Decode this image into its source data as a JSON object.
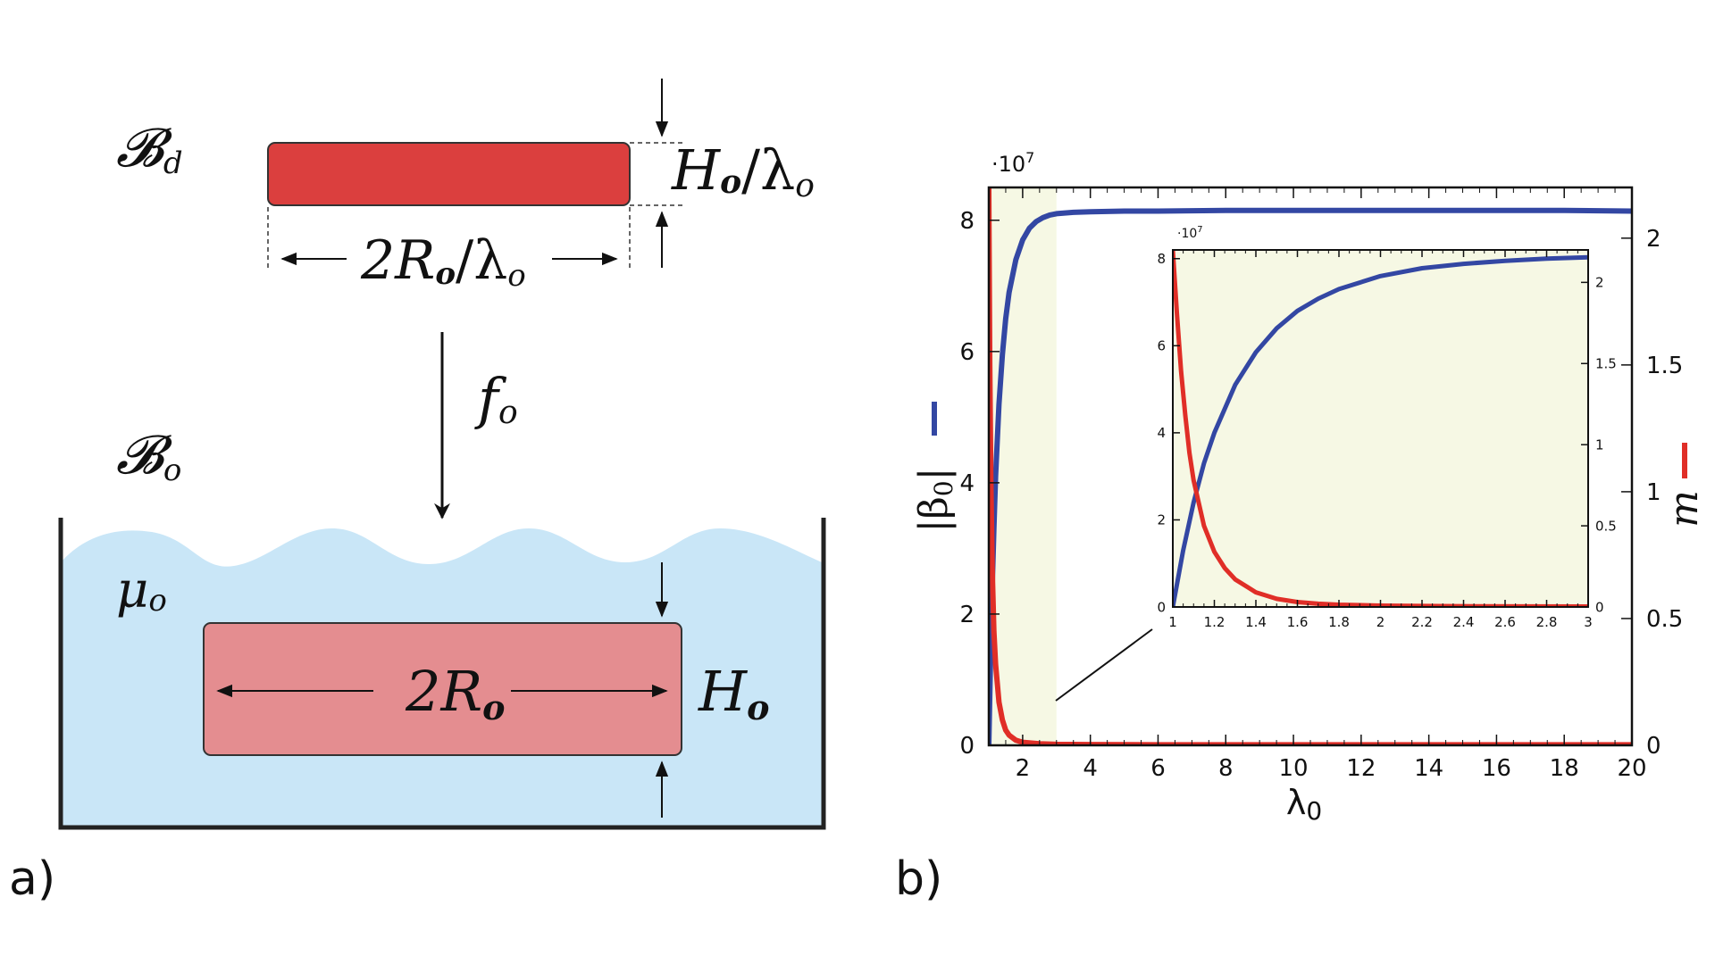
{
  "panel_a": {
    "label": "a)",
    "body_deformed_symbol": "𝓑",
    "body_deformed_sub": "d",
    "body_reference_symbol": "𝓑",
    "body_reference_sub": "o",
    "thickness_top_H": "H",
    "thickness_top_sub": "o",
    "thickness_top_rest": "/λ",
    "thickness_top_rest_sub": "o",
    "width_top_num": "2R",
    "width_top_sub": "o",
    "width_top_rest": "/λ",
    "width_top_rest_sub": "o",
    "force_symbol": "f",
    "force_sub": "o",
    "chemical_potential": "μ",
    "chemical_potential_sub": "o",
    "width_bottom": "2R",
    "width_bottom_sub": "o",
    "thickness_bottom": "H",
    "thickness_bottom_sub": "o",
    "colors": {
      "deformed_body": "#db3f3e",
      "reference_body": "#e48d90",
      "fluid": "#c9e6f7",
      "container": "#222222"
    }
  },
  "panel_b": {
    "label": "b)",
    "colors": {
      "beta": "#3347a3",
      "m": "#e02e27",
      "shade": "#f6f8e4"
    },
    "chart_data": [
      {
        "type": "line",
        "name": "main",
        "x_label": "λ",
        "x_label_sub": "0",
        "y_left_label": "|β",
        "y_left_label_sub": "0",
        "y_left_label_end": "|",
        "y_right_label": "m",
        "y_left_multiplier": "·10",
        "y_left_multiplier_exp": "7",
        "xlim": [
          1,
          20
        ],
        "ylim_left": [
          0,
          8.5
        ],
        "ylim_right": [
          0,
          2.2
        ],
        "x_ticks": [
          "2",
          "4",
          "6",
          "8",
          "10",
          "12",
          "14",
          "16",
          "18",
          "20"
        ],
        "y_left_ticks": [
          "0",
          "2",
          "4",
          "6",
          "8"
        ],
        "y_right_ticks": [
          "0",
          "0.5",
          "1",
          "1.5",
          "2"
        ],
        "shaded_region_x": [
          1,
          3
        ],
        "series": [
          {
            "axis": "left",
            "color": "#3347a3",
            "x": [
              1.0,
              1.05,
              1.1,
              1.15,
              1.2,
              1.3,
              1.4,
              1.5,
              1.6,
              1.8,
              2.0,
              2.2,
              2.4,
              2.6,
              2.8,
              3.0,
              3.5,
              4,
              5,
              6,
              8,
              10,
              12,
              14,
              16,
              18,
              20
            ],
            "y": [
              0.0,
              1.3,
              2.4,
              3.3,
              4.1,
              5.2,
              5.95,
              6.5,
              6.9,
              7.4,
              7.7,
              7.88,
              7.98,
              8.04,
              8.08,
              8.1,
              8.12,
              8.13,
              8.14,
              8.14,
              8.15,
              8.15,
              8.15,
              8.15,
              8.15,
              8.15,
              8.14
            ]
          },
          {
            "axis": "right",
            "color": "#e02e27",
            "x": [
              1.0,
              1.03,
              1.06,
              1.1,
              1.15,
              1.2,
              1.3,
              1.4,
              1.5,
              1.6,
              1.8,
              2.0,
              2.5,
              3.0,
              4,
              6,
              10,
              15,
              20
            ],
            "y": [
              2.2,
              1.5,
              1.05,
              0.7,
              0.45,
              0.32,
              0.17,
              0.1,
              0.06,
              0.04,
              0.02,
              0.012,
              0.006,
              0.004,
              0.003,
              0.002,
              0.002,
              0.002,
              0.002
            ]
          }
        ]
      },
      {
        "type": "line",
        "name": "inset",
        "y_left_multiplier": "·10",
        "y_left_multiplier_exp": "7",
        "xlim": [
          1,
          3
        ],
        "ylim_left": [
          0,
          8.2
        ],
        "ylim_right": [
          0,
          2.2
        ],
        "x_ticks": [
          "1",
          "1.2",
          "1.4",
          "1.6",
          "1.8",
          "2",
          "2.2",
          "2.4",
          "2.6",
          "2.8",
          "3"
        ],
        "y_left_ticks": [
          "0",
          "2",
          "4",
          "6",
          "8"
        ],
        "y_right_ticks": [
          "0",
          "0.5",
          "1",
          "1.5",
          "2"
        ],
        "series": [
          {
            "axis": "left",
            "color": "#3347a3",
            "x": [
              1.0,
              1.05,
              1.1,
              1.15,
              1.2,
              1.3,
              1.4,
              1.5,
              1.6,
              1.7,
              1.8,
              2.0,
              2.2,
              2.4,
              2.6,
              2.8,
              3.0
            ],
            "y": [
              0.0,
              1.3,
              2.4,
              3.3,
              4.0,
              5.1,
              5.85,
              6.4,
              6.8,
              7.08,
              7.3,
              7.6,
              7.78,
              7.88,
              7.95,
              8.0,
              8.03
            ]
          },
          {
            "axis": "right",
            "color": "#e02e27",
            "x": [
              1.0,
              1.02,
              1.04,
              1.06,
              1.08,
              1.1,
              1.15,
              1.2,
              1.25,
              1.3,
              1.4,
              1.5,
              1.6,
              1.7,
              1.8,
              2.0,
              2.2,
              2.5,
              3.0
            ],
            "y": [
              2.2,
              1.8,
              1.45,
              1.18,
              0.95,
              0.78,
              0.5,
              0.34,
              0.24,
              0.17,
              0.09,
              0.05,
              0.03,
              0.02,
              0.014,
              0.008,
              0.006,
              0.004,
              0.003
            ]
          }
        ]
      }
    ]
  }
}
